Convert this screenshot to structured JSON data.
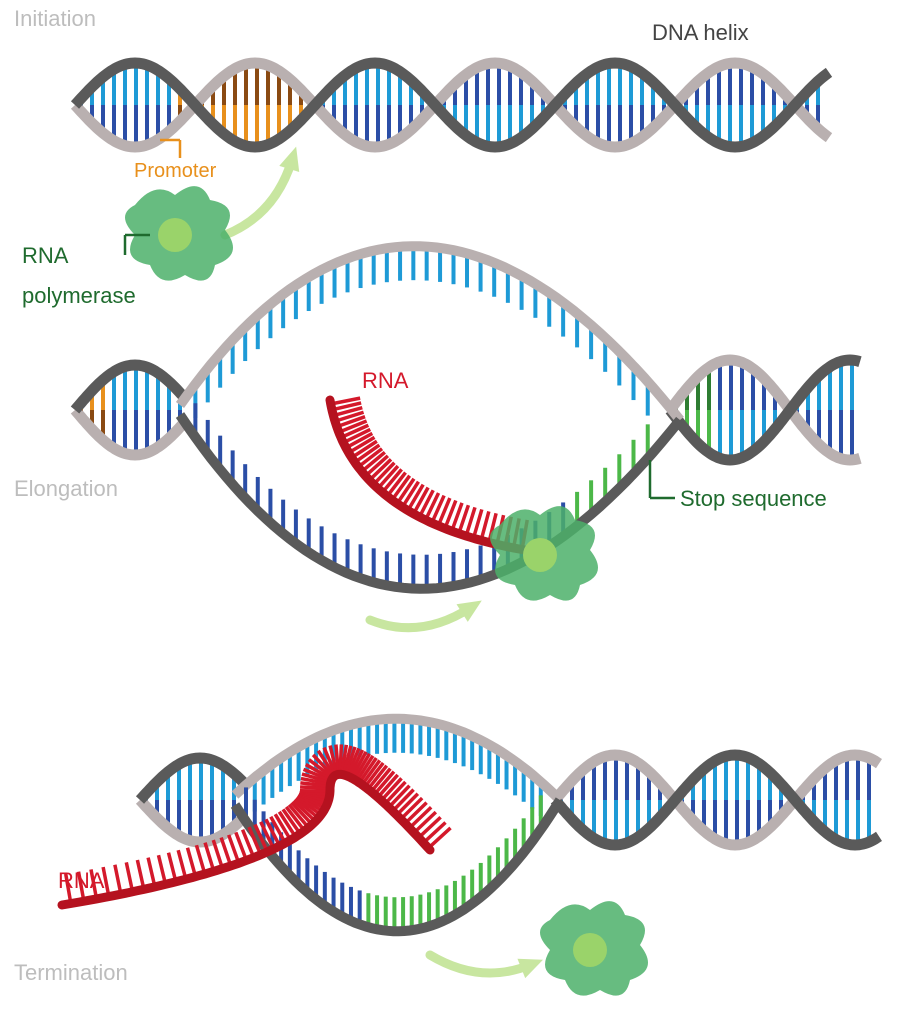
{
  "labels": {
    "initiation": "Initiation",
    "dna_helix": "DNA helix",
    "promoter": "Promoter",
    "rna_polymerase_line1": "RNA",
    "rna_polymerase_line2": "polymerase",
    "elongation": "Elongation",
    "rna_elongation": "RNA",
    "stop_sequence": "Stop sequence",
    "rna_termination": "RNA",
    "termination": "Termination"
  },
  "colors": {
    "strand_dark": "#5a5a5a",
    "strand_light": "#b9b0b0",
    "base_light": "#1e9ad6",
    "base_dark": "#2b4ea6",
    "promoter": "#e8901c",
    "rna": "#d4192b",
    "stop": "#4cb848",
    "polymerase": "#4cb06a",
    "arrow": "#c8e6a0"
  }
}
